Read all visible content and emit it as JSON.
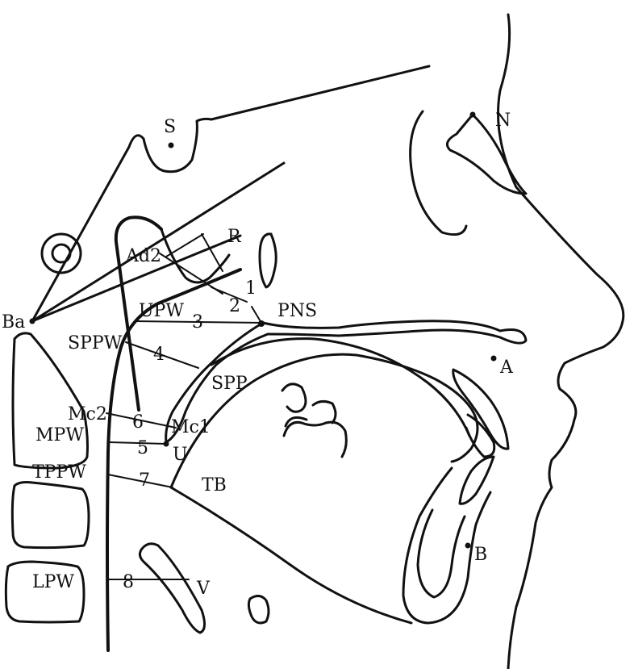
{
  "landmarks": {
    "S": "S",
    "N": "N",
    "R": "R",
    "Ad2": "Ad2",
    "PNS": "PNS",
    "Ba": "Ba",
    "UPW": "UPW",
    "SPPW": "SPPW",
    "SPP": "SPP",
    "A": "A",
    "Mc2": "Mc2",
    "Mc1": "Mc1",
    "MPW": "MPW",
    "U": "U",
    "TPPW": "TPPW",
    "TB": "TB",
    "B": "B",
    "LPW": "LPW",
    "V": "V"
  },
  "measurements": {
    "m1": "1",
    "m2": "2",
    "m3": "3",
    "m4": "4",
    "m5": "5",
    "m6": "6",
    "m7": "7",
    "m8": "8"
  }
}
